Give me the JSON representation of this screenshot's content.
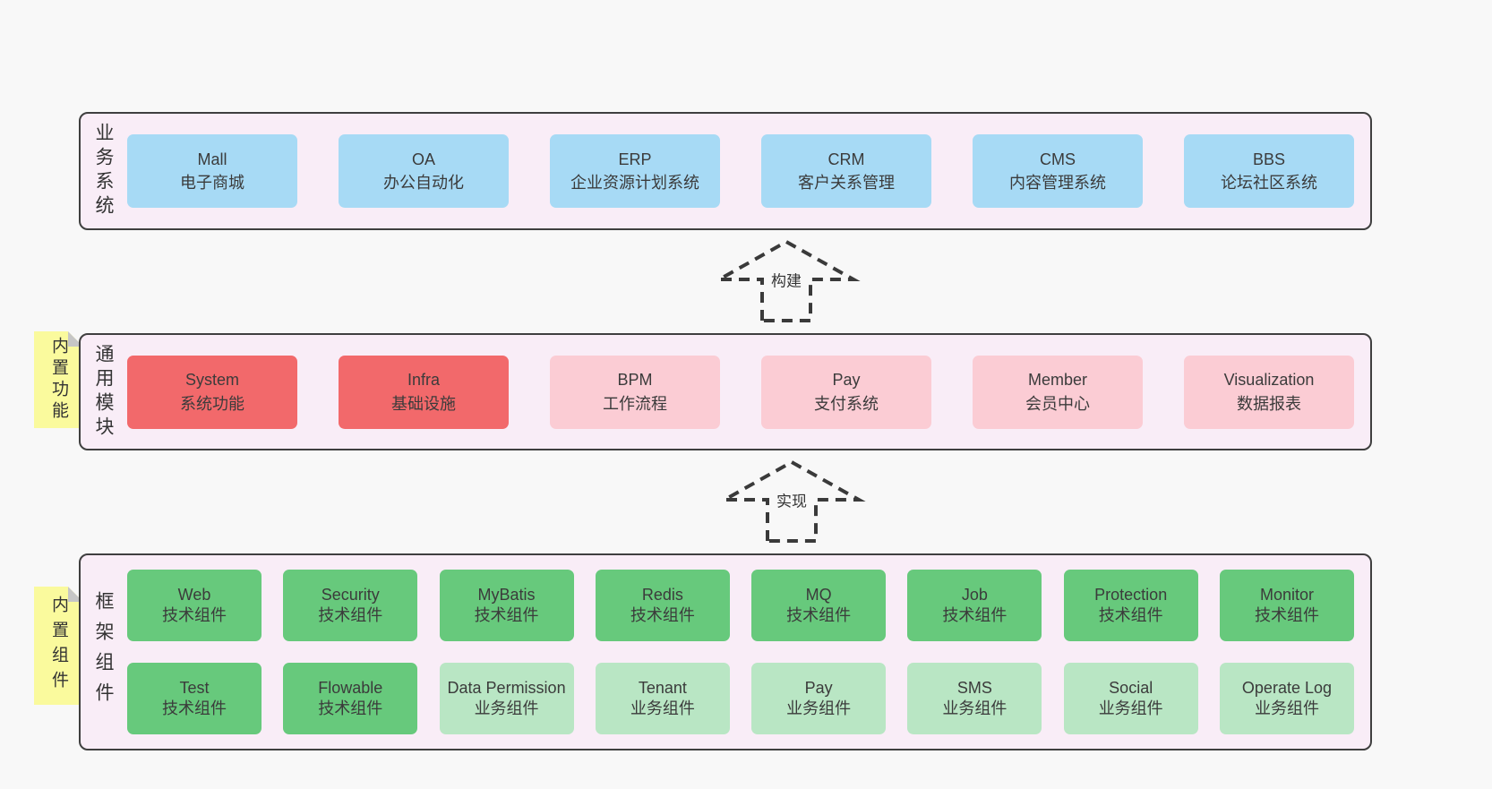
{
  "colors": {
    "page_bg": "#f8f8f8",
    "band_bg": "#f9edf7",
    "band_border": "#3f3f3f",
    "blue": "#a7daf5",
    "red": "#f2696b",
    "pink": "#fbccd4",
    "green": "#67c97c",
    "light_green": "#b9e6c4",
    "sticky_yellow": "#fafa9d",
    "text": "#3b3b3b"
  },
  "bands": [
    {
      "id": "business-systems",
      "label": "业务系统",
      "rows": [
        [
          {
            "title": "Mall",
            "subtitle": "电子商城",
            "variant": "blue"
          },
          {
            "title": "OA",
            "subtitle": "办公自动化",
            "variant": "blue"
          },
          {
            "title": "ERP",
            "subtitle": "企业资源计划系统",
            "variant": "blue"
          },
          {
            "title": "CRM",
            "subtitle": "客户关系管理",
            "variant": "blue"
          },
          {
            "title": "CMS",
            "subtitle": "内容管理系统",
            "variant": "blue"
          },
          {
            "title": "BBS",
            "subtitle": "论坛社区系统",
            "variant": "blue"
          }
        ]
      ]
    },
    {
      "id": "common-modules",
      "label": "通用模块",
      "sticky": "内置功能",
      "rows": [
        [
          {
            "title": "System",
            "subtitle": "系统功能",
            "variant": "red"
          },
          {
            "title": "Infra",
            "subtitle": "基础设施",
            "variant": "red"
          },
          {
            "title": "BPM",
            "subtitle": "工作流程",
            "variant": "pink"
          },
          {
            "title": "Pay",
            "subtitle": "支付系统",
            "variant": "pink"
          },
          {
            "title": "Member",
            "subtitle": "会员中心",
            "variant": "pink"
          },
          {
            "title": "Visualization",
            "subtitle": "数据报表",
            "variant": "pink"
          }
        ]
      ]
    },
    {
      "id": "framework-components",
      "label": "框架组件",
      "sticky": "内置组件",
      "rows": [
        [
          {
            "title": "Web",
            "subtitle": "技术组件",
            "variant": "green"
          },
          {
            "title": "Security",
            "subtitle": "技术组件",
            "variant": "green"
          },
          {
            "title": "MyBatis",
            "subtitle": "技术组件",
            "variant": "green"
          },
          {
            "title": "Redis",
            "subtitle": "技术组件",
            "variant": "green"
          },
          {
            "title": "MQ",
            "subtitle": "技术组件",
            "variant": "green"
          },
          {
            "title": "Job",
            "subtitle": "技术组件",
            "variant": "green"
          },
          {
            "title": "Protection",
            "subtitle": "技术组件",
            "variant": "green"
          },
          {
            "title": "Monitor",
            "subtitle": "技术组件",
            "variant": "green"
          }
        ],
        [
          {
            "title": "Test",
            "subtitle": "技术组件",
            "variant": "green"
          },
          {
            "title": "Flowable",
            "subtitle": "技术组件",
            "variant": "green"
          },
          {
            "title": "Data Permission",
            "subtitle": "业务组件",
            "variant": "light-green"
          },
          {
            "title": "Tenant",
            "subtitle": "业务组件",
            "variant": "light-green"
          },
          {
            "title": "Pay",
            "subtitle": "业务组件",
            "variant": "light-green"
          },
          {
            "title": "SMS",
            "subtitle": "业务组件",
            "variant": "light-green"
          },
          {
            "title": "Social",
            "subtitle": "业务组件",
            "variant": "light-green"
          },
          {
            "title": "Operate Log",
            "subtitle": "业务组件",
            "variant": "light-green"
          }
        ]
      ]
    }
  ],
  "arrows": [
    {
      "label": "构建"
    },
    {
      "label": "实现"
    }
  ]
}
